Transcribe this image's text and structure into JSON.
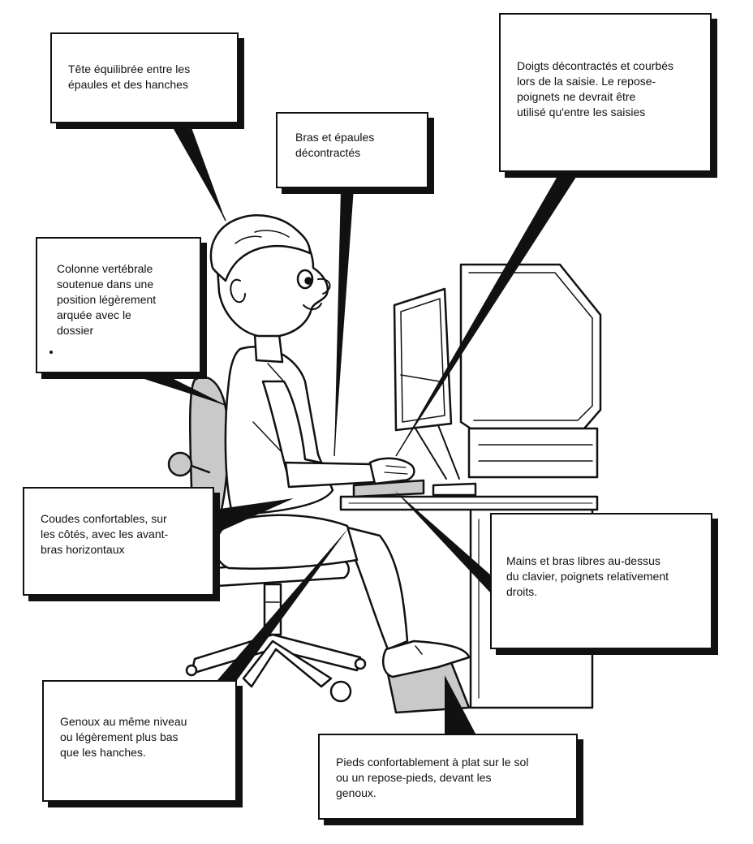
{
  "callouts": {
    "head": "Tête équilibrée entre les\népaules et des hanches",
    "arms": "Bras et épaules\ndécontractés",
    "fingers": "Doigts décontractés et courbés\nlors de la saisie. Le repose-\npoignets ne devrait être\nutilisé qu'entre les saisies",
    "spine": "Colonne vertébrale\nsoutenue dans une\nposition légèrement\narquée avec le\ndossier",
    "elbows": "Coudes confortables, sur\nles côtés, avec les avant-\nbras horizontaux",
    "hands": "Mains et bras libres au-dessus\ndu clavier, poignets relativement\ndroits.",
    "knees": "Genoux au même niveau\nou légèrement plus bas\nque les hanches.",
    "feet": "Pieds confortablement à plat sur le sol\nou un repose-pieds, devant les\ngenoux."
  },
  "colors": {
    "ink": "#111111",
    "paper": "#ffffff",
    "shade": "#c9c9c9"
  }
}
